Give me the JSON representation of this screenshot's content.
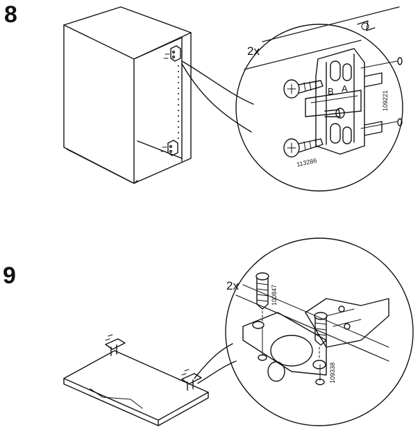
{
  "steps": [
    {
      "number": "8",
      "quantity": "2x",
      "parts": [
        "113286",
        "109221"
      ],
      "hinge_labels": [
        "B",
        "A"
      ]
    },
    {
      "number": "9",
      "quantity": "2x",
      "parts": [
        "100847",
        "109338"
      ]
    }
  ]
}
